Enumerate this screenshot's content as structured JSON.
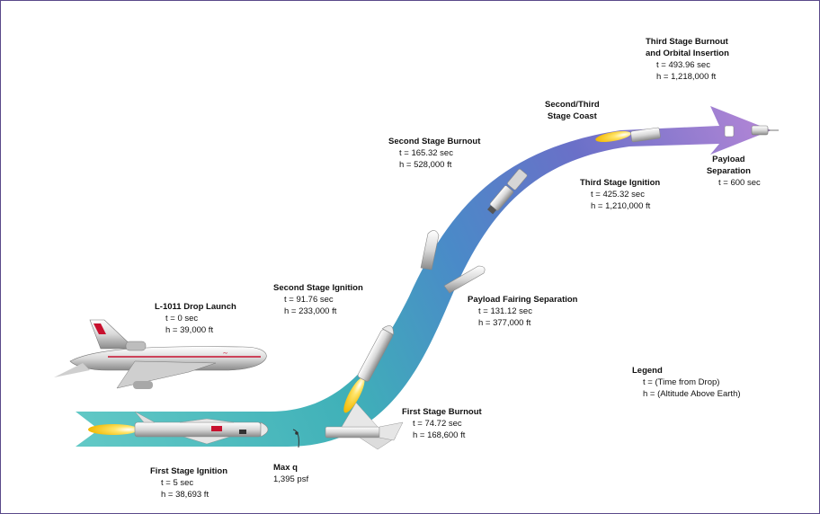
{
  "events": {
    "drop_launch": {
      "title": "L-1011 Drop Launch",
      "line1": "t = 0 sec",
      "line2": "h = 39,000 ft"
    },
    "first_ignition": {
      "title": "First Stage Ignition",
      "line1": "t = 5 sec",
      "line2": "h = 38,693 ft"
    },
    "max_q": {
      "title": "Max q",
      "line1": "1,395 psf"
    },
    "first_burnout": {
      "title": "First Stage Burnout",
      "line1": "t = 74.72 sec",
      "line2": "h = 168,600 ft"
    },
    "second_ignition": {
      "title": "Second Stage Ignition",
      "line1": "t = 91.76 sec",
      "line2": "h = 233,000 ft"
    },
    "fairing_sep": {
      "title": "Payload Fairing Separation",
      "line1": "t = 131.12 sec",
      "line2": "h = 377,000 ft"
    },
    "second_burnout": {
      "title": "Second Stage Burnout",
      "line1": "t = 165.32 sec",
      "line2": "h = 528,000 ft"
    },
    "coast": {
      "title_a": "Second/Third",
      "title_b": "Stage Coast"
    },
    "third_ignition": {
      "title": "Third Stage Ignition",
      "line1": "t = 425.32 sec",
      "line2": "h = 1,210,000 ft"
    },
    "third_burnout": {
      "title_a": "Third Stage Burnout",
      "title_b": "and Orbital Insertion",
      "line1": "t = 493.96 sec",
      "line2": "h = 1,218,000 ft"
    },
    "payload_sep": {
      "title_a": "Payload",
      "title_b": "Separation",
      "line1": "t = 600 sec"
    }
  },
  "legend": {
    "title": "Legend",
    "line1": "t = (Time from Drop)",
    "line2": "h = (Altitude Above Earth)"
  },
  "colors": {
    "path_start": "#5cc4c4",
    "path_mid": "#4a86c8",
    "path_end": "#b07ad0",
    "flame": "#f5c400",
    "aircraft_stripe": "#c8102e",
    "frame": "#5a4a8a"
  }
}
